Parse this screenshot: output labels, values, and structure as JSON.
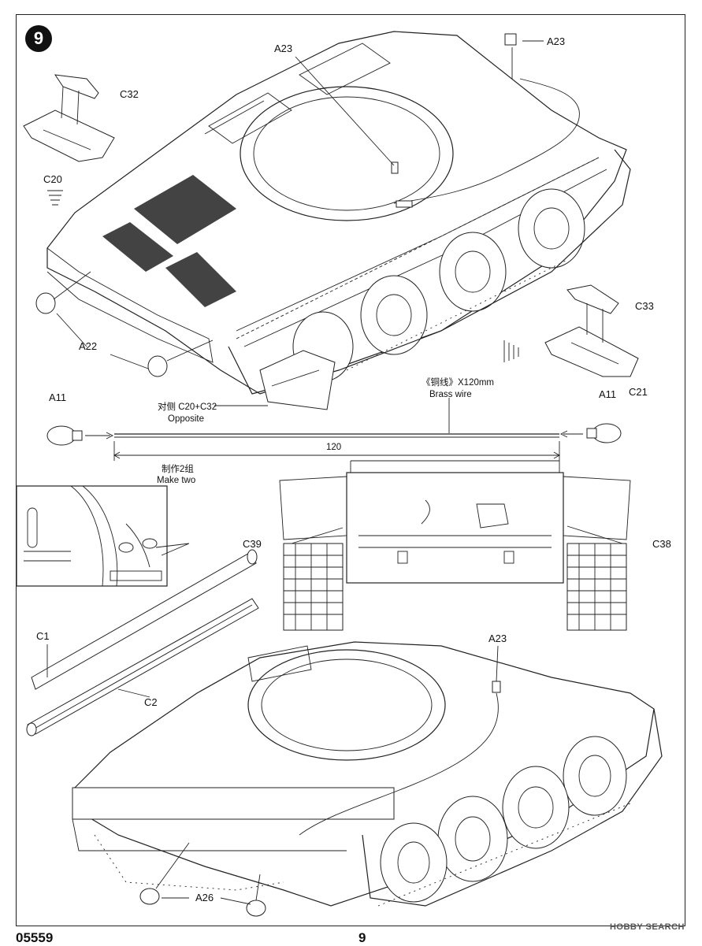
{
  "step": {
    "number": "9"
  },
  "labels": {
    "a23_top_center": "A23",
    "a23_top_right": "A23",
    "c32": "C32",
    "c20": "C20",
    "c33": "C33",
    "c21": "C21",
    "a22": "A22",
    "a11_left": "A11",
    "a11_right": "A11",
    "opposite_cn": "对侧 C20+C32",
    "opposite_en": "Opposite",
    "wire_cn": "《铜线》X120mm",
    "wire_en": "Brass wire",
    "wire_length": "120",
    "make_two_cn": "制作2组",
    "make_two_en": "Make two",
    "c39": "C39",
    "c38": "C38",
    "c1": "C1",
    "c2": "C2",
    "a23_bottom": "A23",
    "a26": "A26"
  },
  "footer": {
    "catalog": "05559",
    "page": "9",
    "watermark": "HOBBY SEARCH"
  },
  "icons": [
    "cement-arrow-icon",
    "cement-arrow-icon"
  ]
}
